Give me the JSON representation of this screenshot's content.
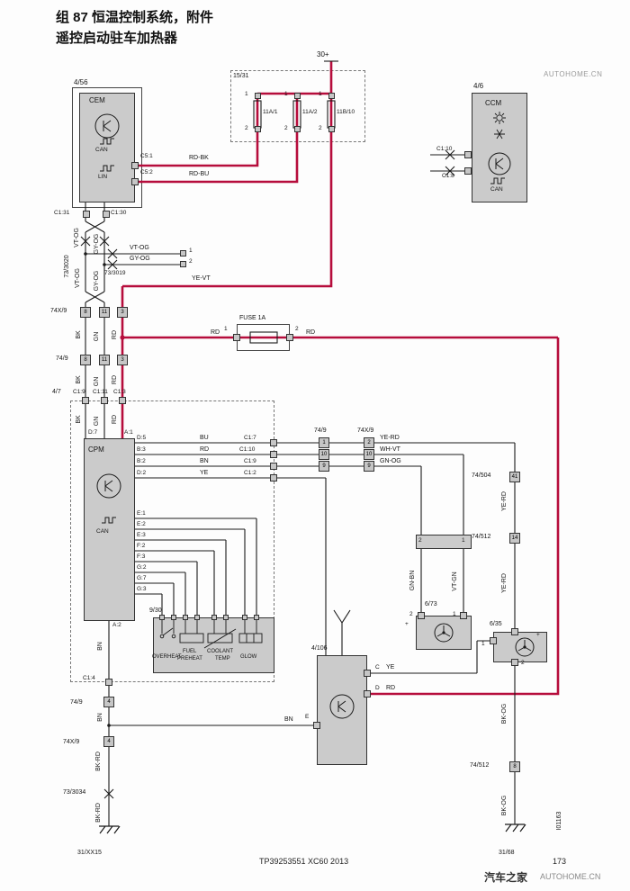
{
  "title": {
    "l1": "组 87 恒温控制系统，附件",
    "l2": "遥控启动驻车加热器"
  },
  "wm": {
    "top": "AUTOHOME.CN",
    "brand": "汽车之家",
    "site": "AUTOHOME.CN"
  },
  "footer": {
    "doc": "TP39253551 XC60 2013",
    "page": "173",
    "code": "I01163"
  },
  "w": {
    "rdbk": "RD-BK",
    "rdbu": "RD-BU",
    "vtog": "VT-OG",
    "gyog": "GY-OG",
    "yevt": "YE-VT",
    "bk": "BK",
    "gn": "GN",
    "rd": "RD",
    "bu": "BU",
    "bn": "BN",
    "ye": "YE",
    "yerd": "YE-RD",
    "whvt": "WH-VT",
    "gnog": "GN-OG",
    "gnbn": "GN-BN",
    "vtgn": "VT-GN",
    "bkrd": "BK-RD",
    "bkog": "BK-OG"
  },
  "n": {
    "1": "1",
    "2": "2",
    "3": "3",
    "4": "4",
    "8": "8",
    "9": "9",
    "10": "10",
    "11": "11",
    "14": "14",
    "41": "41"
  },
  "c": {
    "cem": {
      "ref": "4/56",
      "name": "CEM",
      "can": "CAN",
      "lin": "LIN",
      "c51": "C5:1",
      "c52": "C5:2",
      "c131": "C1:31",
      "c130": "C1:30"
    },
    "ccm": {
      "ref": "4/6",
      "name": "CCM",
      "can": "CAN",
      "c110": "C1:10",
      "c18": "C1:8"
    },
    "cpm": {
      "ref": "4/7",
      "name": "CPM",
      "can": "CAN",
      "d7": "D:7",
      "a1": "A:1",
      "a2": "A:2",
      "d5": "D:5",
      "b3": "B:3",
      "b2": "B:2",
      "d2": "D:2",
      "e1": "E:1",
      "e2": "E:2",
      "e3": "E:3",
      "f2": "F:2",
      "f3": "F:3",
      "g2": "G:2",
      "g7": "G:7",
      "g3": "G:3",
      "c17": "C1:7",
      "c1_10": "C1:10",
      "c19": "C1:9",
      "c12": "C1:2",
      "c14": "C1:4",
      "c19L": "C1:9",
      "c111": "C1:11",
      "c13": "C1:3"
    }
  },
  "conn": {
    "x749": "74/9",
    "x74x9": "74X/9",
    "c733020": "73/3020",
    "c733019": "73/3019",
    "c733034": "73/3034",
    "c74504": "74/504",
    "c74512": "74/512"
  },
  "comp": {
    "pump": "6/73",
    "fan": "6/35",
    "recv": "4/106",
    "sens": "9/30"
  },
  "fusebox": {
    "ref": "15/31",
    "supply": "30+",
    "f1": "11A/1",
    "f2": "11A/2",
    "f3": "11B/10"
  },
  "fuse1a": {
    "name": "FUSE 1A"
  },
  "sens": {
    "overheat": "OVERHEAT",
    "fuel": "FUEL",
    "preheat": "PREHEAT",
    "coolant": "COOLANT",
    "temp": "TEMP",
    "glow": "GLOW"
  },
  "recv": {
    "c": "C",
    "d": "D",
    "e": "E"
  },
  "gnd": {
    "left": "31/XX15",
    "right": "31/68"
  },
  "misc": {
    "plus": "+"
  }
}
